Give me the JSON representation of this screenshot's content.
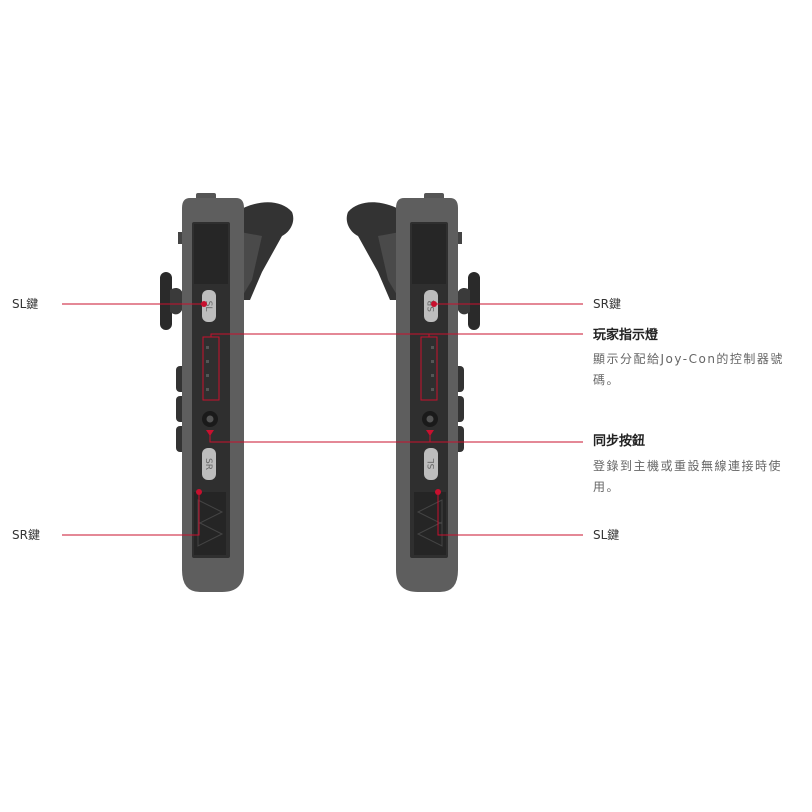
{
  "colors": {
    "callout_line": "#c8102e",
    "body": "#5a5a5a",
    "rail": "#2e2e2e",
    "button": "#b8b8b8"
  },
  "buttons": {
    "left_top": "SL",
    "left_bottom": "SR",
    "right_top": "SR",
    "right_bottom": "SL"
  },
  "labels": {
    "left_sl": "SL鍵",
    "left_sr": "SR鍵",
    "right_sr": "SR鍵",
    "player_lights": {
      "title": "玩家指示燈",
      "desc": "顯示分配給Joy-Con的控制器號碼。"
    },
    "sync_button": {
      "title": "同步按鈕",
      "desc": "登錄到主機或重設無線連接時使用。"
    },
    "right_sl": "SL鍵"
  }
}
